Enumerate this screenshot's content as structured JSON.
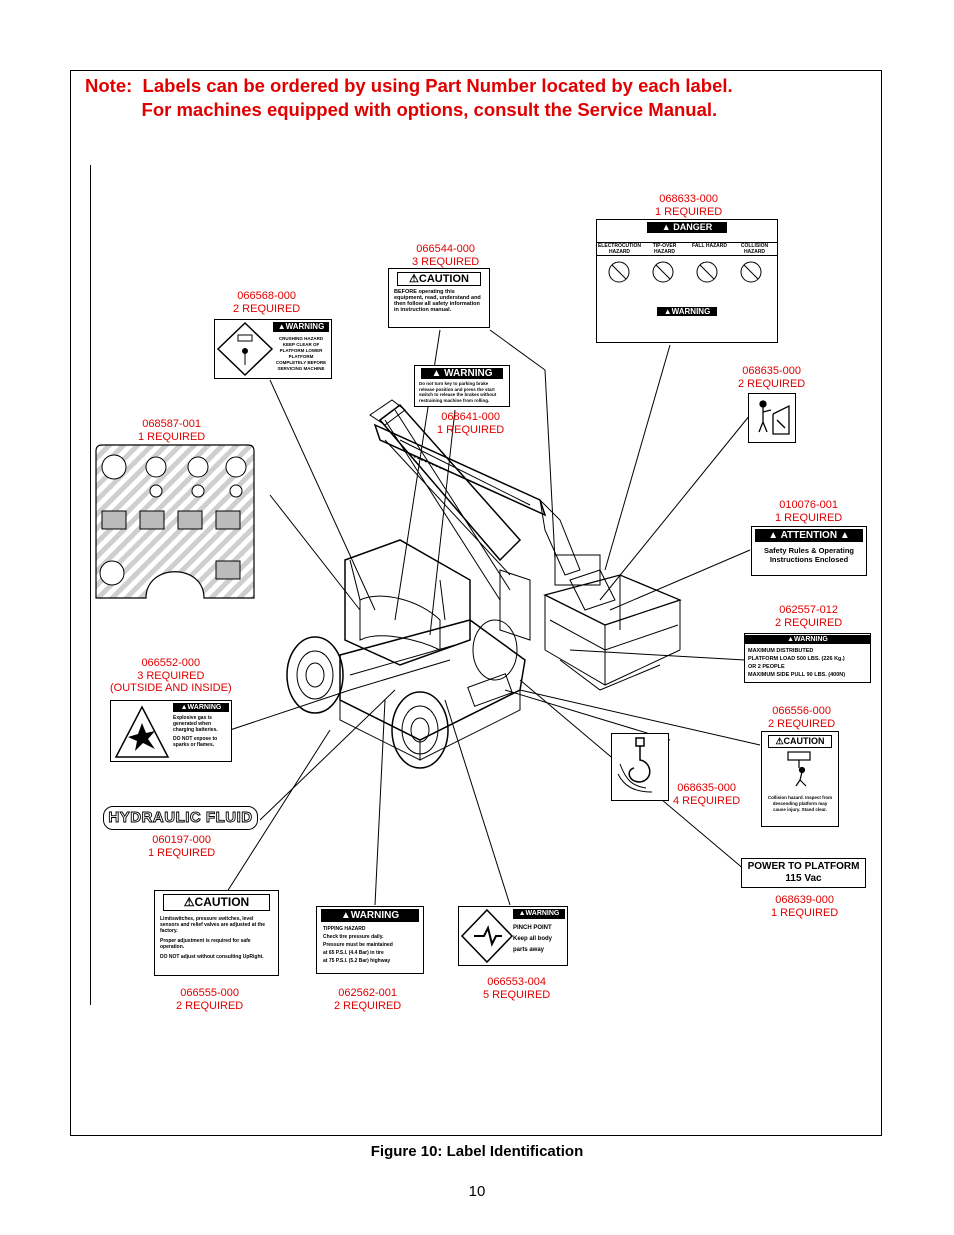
{
  "note": {
    "line1": "Note:  Labels can be ordered by using Part Number located by each label.",
    "line2": "           For machines equipped with options, consult the Service Manual."
  },
  "parts": [
    {
      "id": "068633",
      "number": "068633-000",
      "qty": "1 REQUIRED"
    },
    {
      "id": "066544",
      "number": "066544-000",
      "qty": "3 REQUIRED"
    },
    {
      "id": "066568",
      "number": "066568-000",
      "qty": "2 REQUIRED"
    },
    {
      "id": "068641",
      "number": "068641-000",
      "qty": "1 REQUIRED"
    },
    {
      "id": "068635a",
      "number": "068635-000",
      "qty": "2 REQUIRED"
    },
    {
      "id": "068587",
      "number": "068587-001",
      "qty": "1 REQUIRED"
    },
    {
      "id": "010076",
      "number": "010076-001",
      "qty": "1 REQUIRED"
    },
    {
      "id": "062557",
      "number": "062557-012",
      "qty": "2 REQUIRED"
    },
    {
      "id": "066552",
      "number": "066552-000",
      "qty": "3 REQUIRED",
      "extra": "(OUTSIDE AND INSIDE)"
    },
    {
      "id": "066556",
      "number": "066556-000",
      "qty": "2 REQUIRED"
    },
    {
      "id": "068635b",
      "number": "068635-000",
      "qty": "4 REQUIRED"
    },
    {
      "id": "060197",
      "number": "060197-000",
      "qty": "1 REQUIRED"
    },
    {
      "id": "068639",
      "number": "068639-000",
      "qty": "1 REQUIRED"
    },
    {
      "id": "066555",
      "number": "066555-000",
      "qty": "2 REQUIRED"
    },
    {
      "id": "062562",
      "number": "062562-001",
      "qty": "2 REQUIRED"
    },
    {
      "id": "066553",
      "number": "066553-004",
      "qty": "5 REQUIRED"
    }
  ],
  "labels": {
    "danger": {
      "header": "DANGER",
      "sub": "WARNING",
      "cols": [
        "ELECTROCUTION HAZARD",
        "TIP-OVER HAZARD",
        "FALL HAZARD",
        "COLLISION HAZARD"
      ]
    },
    "caution_066544": {
      "header": "CAUTION",
      "text": "BEFORE operating this equipment, read, understand and then follow all safety information in instruction manual."
    },
    "warning_066568": {
      "header": "WARNING",
      "text": "CRUSHING HAZARD KEEP CLEAR OF PLATFORM LOWER PLATFORM COMPLETELY BEFORE SERVICING MACHINE"
    },
    "warning_068641": {
      "header": "WARNING",
      "text": "Do not turn key to parking brake release position and press the start switch to release the brakes without restraining machine from rolling."
    },
    "attention": {
      "header": "ATTENTION",
      "text": "Safety Rules & Operating Instructions Enclosed"
    },
    "load": {
      "header": "WARNING",
      "lines": [
        "MAXIMUM DISTRIBUTED",
        "PLATFORM LOAD 500 LBS. (226 Kg.)",
        "OR 2 PEOPLE",
        "MAXIMUM SIDE PULL 90 LBS. (400N)"
      ]
    },
    "battery": {
      "header": "WARNING",
      "text1": "Explosive gas is generated when charging batteries.",
      "text2": "DO NOT expose to sparks or flames."
    },
    "caution_066556": {
      "header": "CAUTION",
      "text": "Collision hazard. Inspect from descending platform may cause injury. Stand clear."
    },
    "hydraulic": {
      "text": "HYDRAULIC FLUID"
    },
    "power": {
      "line1": "POWER TO PLATFORM",
      "line2": "115 Vac"
    },
    "caution_066555": {
      "header": "CAUTION",
      "text1": "Limitswitches, pressure switches, level sensors and relief valves are adjusted at the factory.",
      "text2": "Proper adjustment is required for safe operation.",
      "text3": "DO NOT adjust without consulting UpRight."
    },
    "tipping": {
      "header": "WARNING",
      "lines": [
        "TIPPING HAZARD",
        "Check tire pressure daily.",
        "Pressure must be maintained",
        "at 65 P.S.I. (4.4 Bar) in tire",
        "at 75 P.S.I. (5.2 Bar) highway"
      ]
    },
    "pinch": {
      "header": "WARNING",
      "lines": [
        "PINCH POINT",
        "Keep all body",
        "parts away"
      ]
    }
  },
  "caption": "Figure 10:  Label Identification",
  "page_number": "10"
}
